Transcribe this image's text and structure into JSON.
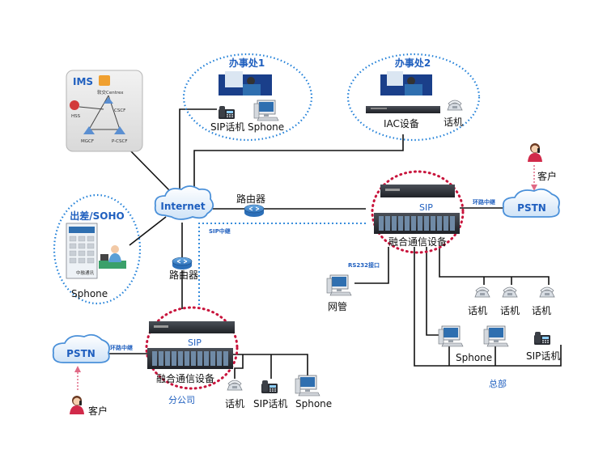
{
  "ims": {
    "title": "IMS",
    "nodes": {
      "top": "软交Centrex",
      "hss": "HSS",
      "cscf": "CSCF",
      "mgcf": "MGCF",
      "pcscf": "P-CSCF"
    }
  },
  "office1": {
    "title": "办事处1",
    "sip_phone": "SIP话机",
    "sphone": "Sphone"
  },
  "office2": {
    "title": "办事处2",
    "iac": "IAC设备",
    "phone": "话机"
  },
  "internet": {
    "label": "Internet"
  },
  "router_top": {
    "label": "路由器"
  },
  "router_bottom": {
    "label": "路由器"
  },
  "sip_trunk": {
    "label": "SIP中继"
  },
  "soho": {
    "title": "出差/SOHO",
    "sphone": "Sphone",
    "softphone_brand": "中融通讯"
  },
  "hq": {
    "customer": "客户",
    "pstn": "PSTN",
    "trunk_label": "环路中继",
    "sip": "SIP",
    "device": "融合通信设备",
    "rs232": "RS232接口",
    "network_mgmt": "网管",
    "phone1": "话机",
    "phone2": "话机",
    "phone3": "话机",
    "sphone": "Sphone",
    "sip_phone": "SIP话机",
    "name": "总部"
  },
  "branch": {
    "pstn": "PSTN",
    "trunk_label": "环路中继",
    "sip": "SIP",
    "device": "融合通信设备",
    "name": "分公司",
    "customer": "客户",
    "phone": "话机",
    "sip_phone": "SIP话机",
    "sphone": "Sphone"
  },
  "colors": {
    "accent_blue": "#1f5fbf",
    "dotted_blue": "#1f7fd8",
    "dotted_red": "#c8143c",
    "device_dark": "#2b2f36",
    "cloud_blue": "#4a90d9"
  }
}
